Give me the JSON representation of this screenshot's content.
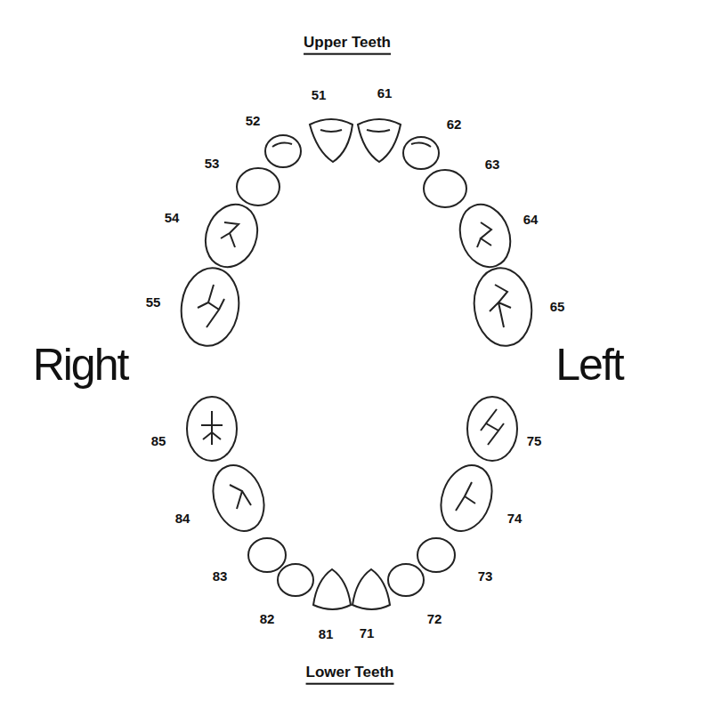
{
  "diagram": {
    "labels": [
      "Upper Teeth",
      "51",
      "61",
      "52",
      "62",
      "53",
      "63",
      "54",
      "64",
      "55",
      "65",
      "Right",
      "Left",
      "85",
      "75",
      "84",
      "74",
      "83",
      "73",
      "82",
      "72",
      "81",
      "71",
      "Lower Teeth"
    ]
  }
}
